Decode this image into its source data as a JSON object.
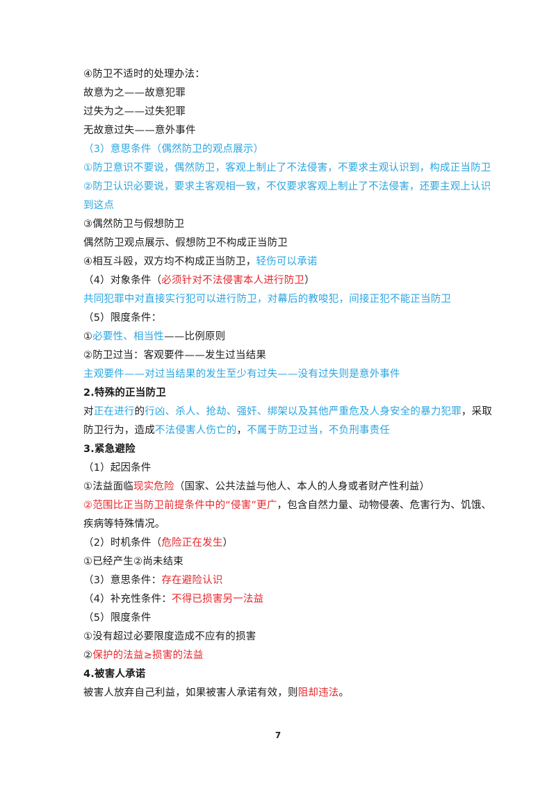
{
  "document": {
    "lines": [
      {
        "class": "",
        "segs": [
          {
            "t": "④防卫不适时的处理办法："
          }
        ]
      },
      {
        "class": "",
        "segs": [
          {
            "t": "故意为之——故意犯罪"
          }
        ]
      },
      {
        "class": "",
        "segs": [
          {
            "t": "过失为之——过失犯罪"
          }
        ]
      },
      {
        "class": "",
        "segs": [
          {
            "t": "无故意过失——意外事件"
          }
        ]
      },
      {
        "class": "",
        "segs": [
          {
            "t": "（3）意思条件（偶然防卫的观点展示）",
            "c": "blue"
          }
        ]
      },
      {
        "class": "",
        "segs": [
          {
            "t": "①防卫意识不要说，偶然防卫，客观上制止了不法侵害，不要求主观认识到，构成正当防卫",
            "c": "blue"
          }
        ]
      },
      {
        "class": "",
        "segs": [
          {
            "t": "②防卫认识必要说，要求主客观相一致，不仅要求客观上制止了不法侵害，还要主观上认识",
            "c": "blue"
          }
        ]
      },
      {
        "class": "",
        "segs": [
          {
            "t": "到这点",
            "c": "blue"
          }
        ]
      },
      {
        "class": "",
        "segs": [
          {
            "t": "③偶然防卫与假想防卫"
          }
        ]
      },
      {
        "class": "",
        "segs": [
          {
            "t": "偶然防卫观点展示、假想防卫不构成正当防卫"
          }
        ]
      },
      {
        "class": "",
        "segs": [
          {
            "t": "④相互斗殴，双方均不构成正当防卫，"
          },
          {
            "t": "轻伤可以承诺",
            "c": "blue"
          }
        ]
      },
      {
        "class": "",
        "segs": [
          {
            "t": "（4）对象条件（"
          },
          {
            "t": "必须针对不法侵害本人进行防卫",
            "c": "red"
          },
          {
            "t": "）"
          }
        ]
      },
      {
        "class": "",
        "segs": [
          {
            "t": "共同犯罪中对直接实行犯可以进行防卫，对幕后的教唆犯，间接正犯不能正当防卫",
            "c": "blue"
          }
        ]
      },
      {
        "class": "",
        "segs": [
          {
            "t": "（5）限度条件："
          }
        ]
      },
      {
        "class": "",
        "segs": [
          {
            "t": "①"
          },
          {
            "t": "必要性、相当性",
            "c": "blue"
          },
          {
            "t": "——比例原则"
          }
        ]
      },
      {
        "class": "",
        "segs": [
          {
            "t": "②防卫过当：客观要件——发生过当结果"
          }
        ]
      },
      {
        "class": "",
        "segs": [
          {
            "t": "主观要件——对过当结果的发生至少有过失——没有过失则是意外事件",
            "c": "blue"
          }
        ]
      },
      {
        "class": "heading",
        "segs": [
          {
            "t": "2.特殊的正当防卫"
          }
        ]
      },
      {
        "class": "",
        "segs": [
          {
            "t": "对"
          },
          {
            "t": "正在进行",
            "c": "blue"
          },
          {
            "t": "的"
          },
          {
            "t": "行凶、杀人、抢劫、强奸、绑架以及其他严重危及人身安全的暴力犯罪",
            "c": "blue"
          },
          {
            "t": "，采取"
          }
        ]
      },
      {
        "class": "",
        "segs": [
          {
            "t": "防卫行为，造成"
          },
          {
            "t": "不法侵害人伤亡的",
            "c": "blue"
          },
          {
            "t": "，"
          },
          {
            "t": "不属于防卫过当，不负刑事责任",
            "c": "blue"
          }
        ]
      },
      {
        "class": "heading",
        "segs": [
          {
            "t": "3.紧急避险"
          }
        ]
      },
      {
        "class": "",
        "segs": [
          {
            "t": "（1）起因条件"
          }
        ]
      },
      {
        "class": "",
        "segs": [
          {
            "t": "①法益面临"
          },
          {
            "t": "现实危险",
            "c": "red"
          },
          {
            "t": "（国家、公共法益与他人、本人的人身或者财产性利益）"
          }
        ]
      },
      {
        "class": "",
        "segs": [
          {
            "t": "②范围比正当防卫前提条件中的“侵害”更广",
            "c": "red"
          },
          {
            "t": "，包含自然力量、动物侵袭、危害行为、饥饿、"
          }
        ]
      },
      {
        "class": "",
        "segs": [
          {
            "t": "疾病等特殊情况。"
          }
        ]
      },
      {
        "class": "",
        "segs": [
          {
            "t": "（2）时机条件（"
          },
          {
            "t": "危险正在发生",
            "c": "red"
          },
          {
            "t": "）"
          }
        ]
      },
      {
        "class": "",
        "segs": [
          {
            "t": "①已经产生②尚未结束"
          }
        ]
      },
      {
        "class": "",
        "segs": [
          {
            "t": "（3）意思条件："
          },
          {
            "t": "存在避险认识",
            "c": "red"
          }
        ]
      },
      {
        "class": "",
        "segs": [
          {
            "t": "（4）补充性条件："
          },
          {
            "t": "不得已损害另一法益",
            "c": "red"
          }
        ]
      },
      {
        "class": "",
        "segs": [
          {
            "t": "（5）限度条件"
          }
        ]
      },
      {
        "class": "",
        "segs": [
          {
            "t": "①没有超过必要限度造成不应有的损害"
          }
        ]
      },
      {
        "class": "",
        "segs": [
          {
            "t": "②"
          },
          {
            "t": "保护的法益≥损害的法益",
            "c": "red"
          }
        ]
      },
      {
        "class": "heading",
        "segs": [
          {
            "t": "4.被害人承诺"
          }
        ]
      },
      {
        "class": "",
        "segs": [
          {
            "t": "被害人放弃自己利益，如果被害人承诺有效，则"
          },
          {
            "t": "阻却违法",
            "c": "red"
          },
          {
            "t": "。"
          }
        ]
      }
    ]
  },
  "footer": {
    "page_number": "7"
  },
  "colors": {
    "blue": "#2aa5e0",
    "red": "#e8262b",
    "text": "#1a1a1a"
  }
}
